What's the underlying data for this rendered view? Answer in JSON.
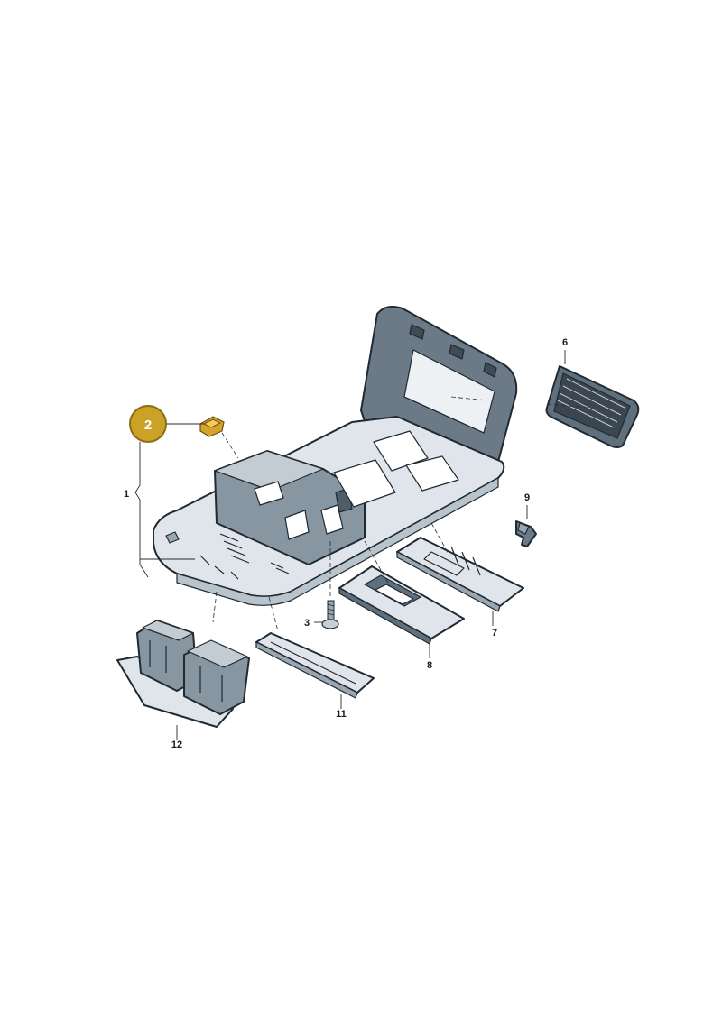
{
  "diagram": {
    "callouts": [
      {
        "id": "1",
        "label": "1"
      },
      {
        "id": "2",
        "label": "2",
        "highlighted": true
      },
      {
        "id": "3",
        "label": "3"
      },
      {
        "id": "6",
        "label": "6"
      },
      {
        "id": "7",
        "label": "7"
      },
      {
        "id": "8",
        "label": "8"
      },
      {
        "id": "9",
        "label": "9"
      },
      {
        "id": "11",
        "label": "11"
      },
      {
        "id": "12",
        "label": "12"
      }
    ],
    "colors": {
      "part_outline": "#1f2a33",
      "part_fill_dark": "#5f6f7c",
      "part_fill_mid": "#9aa7b1",
      "part_fill_light": "#dde3e8",
      "highlight": "#c9a227",
      "highlight_border": "#8d6d10"
    }
  }
}
